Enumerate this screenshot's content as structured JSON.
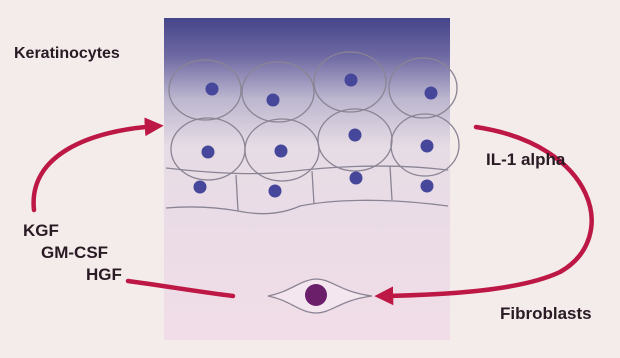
{
  "labels": {
    "keratinocytes": "Keratinocytes",
    "il1_alpha": "IL-1 alpha",
    "fibroblasts": "Fibroblasts",
    "growth_factors": [
      "KGF",
      "GM-CSF",
      "HGF"
    ]
  },
  "colors": {
    "arrow": "#bd1845",
    "nucleus": "#46479a",
    "fibroblast_nucleus": "#6b1f6b",
    "tissue_top": "#45458a",
    "tissue_bottom": "#f1dde7",
    "cell_outline": "#8a8494"
  }
}
